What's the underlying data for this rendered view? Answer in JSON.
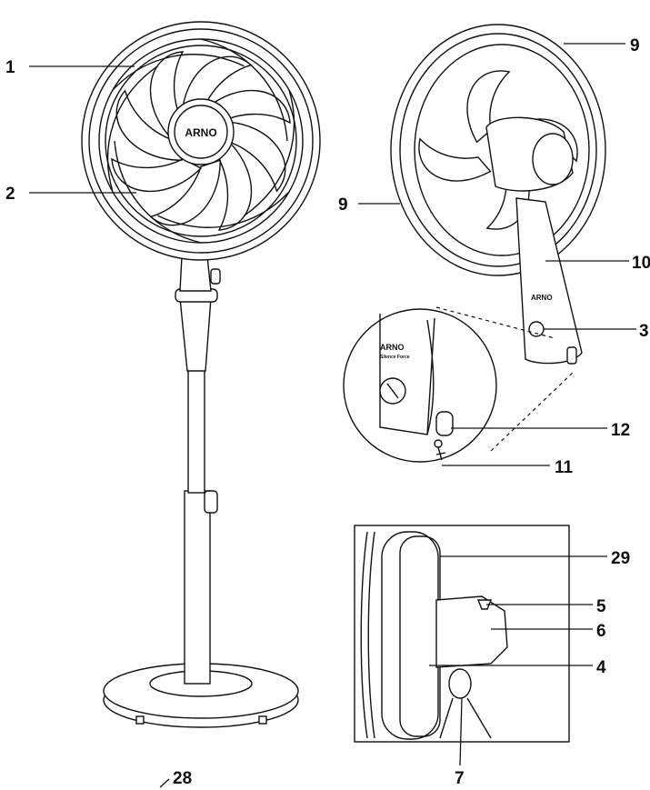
{
  "brand": "ARNO",
  "brand_tagline": "Silence Force",
  "callouts": {
    "c1": "1",
    "c2": "2",
    "c9_top": "9",
    "c9_left": "9",
    "c10": "10",
    "c3": "3",
    "c12": "12",
    "c11": "11",
    "c29": "29",
    "c5": "5",
    "c6": "6",
    "c4": "4",
    "c7": "7",
    "c28": "28"
  },
  "colors": {
    "line": "#111111",
    "blade_shade": "#c9c9c9",
    "background": "#ffffff"
  }
}
